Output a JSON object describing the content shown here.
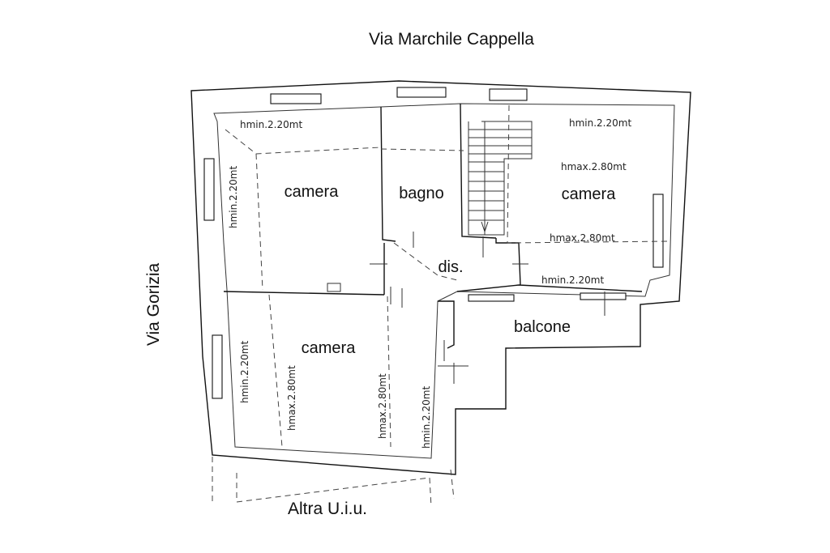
{
  "streets": {
    "top": "Via Marchile Cappella",
    "left": "Via Gorizia",
    "bottom": "Altra U.i.u."
  },
  "rooms": {
    "camera_top_left": "camera",
    "bagno": "bagno",
    "camera_top_right": "camera",
    "dis": "dis.",
    "camera_bottom": "camera",
    "balcone": "balcone"
  },
  "heights": {
    "tl_hmin_top": "hmin.2.20mt",
    "tl_hmin_left": "hmin.2.20mt",
    "tr_hmin_top": "hmin.2.20mt",
    "tr_hmax_mid": "hmax.2.80mt",
    "tr_hmax_bottom": "hmax.2.80mt",
    "tr_hmin_bottom": "hmin.2.20mt",
    "b_hmin_left": "hmin.2.20mt",
    "b_hmax_1": "hmax.2.80mt",
    "b_hmax_2": "hmax.2.80mt",
    "b_hmin_right": "hmin.2.20mt"
  }
}
